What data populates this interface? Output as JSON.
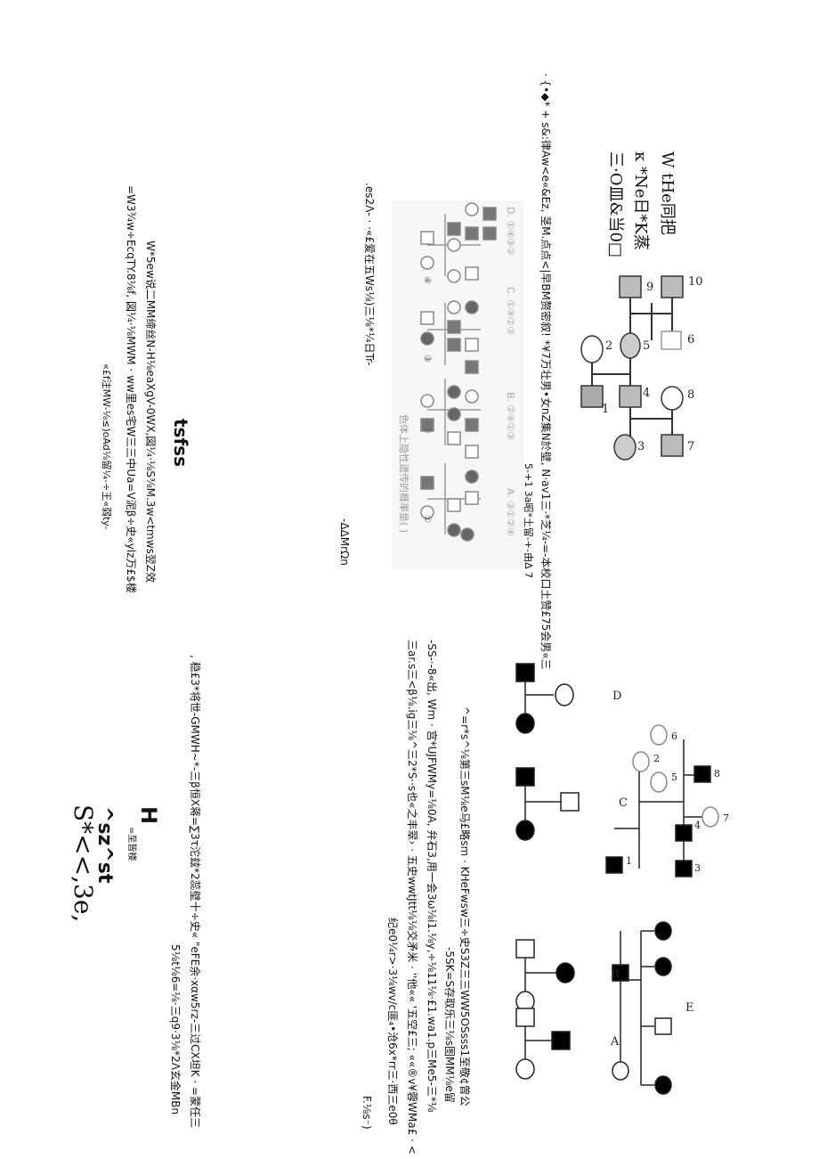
{
  "page": {
    "top_lines": [
      "· {•◆* + s&:律Aw<e«&Ez, 茎M.点点<|早BM赘密叙! *¥7万壮男•女nZ集N於壁, N·av1三·*芝¼-=-本校口土赞£75会男«三",
      "5-+1 3a昭*土留-+-由Δ 7",
      "W tHe同把",
      "κ *Ne日*K蒸",
      "三·O皿&当0□"
    ],
    "middle_lines": [
      ".es2Λ- · ·«£爱在五Ws⅛)三⅛*¼日Tr-",
      "-ΔΔMrΩn"
    ],
    "figure_question": "色体上隐性遗传的概率是(    )",
    "figure_options": [
      "A. ③①②④",
      "B. ②④①③",
      "C. ①④②③",
      "D. ①④③②"
    ],
    "figure_circled_numbers": [
      "①",
      "②",
      "③",
      "④"
    ],
    "left_lines": [
      "W*5ew说二MM缔丝N-H⅛eaXgV-0WX,図¼·⅛S⅜M.3w<tmws翌Z效",
      "=W3¾w÷EcqTY.8⅛f, 図¼·⅛MWM · ww里es宅W三三中Ua=V泥β÷史«ylz万£$楼",
      "«£f注MW-⅛≤)oAd⅛留¼-÷王«弱ty-",
      "tsfss"
    ],
    "bottom_lines": [
      "^=r*s^⅛第三sM⅛e马£略sm · KHeFwsw三÷史S3Z三三WW5OSsss1至敬¢曾公",
      "-5SK=S存取乐三⅛s图MM⅛e留",
      "-SS-·-8«出, Wm · 宫*UJFWMy=⅛0A, 弁石3,用一会3ω⅛i1.⅛y,÷⅛11⅛·£1.wa1.p三Me5-三*⅛",
      "三ar.s三<β⅛.ig三⅛^三2*S··s也«之丰翠› · 五史wwtJtt⅛⅛交矛米 · ''他«« '五空£三; ««®v¥蓉WMa£ · <",
      "纪e0¼r>·3⅛wv/c匪₄•沧6x*rr三·西三e0θ",
      "F.⅛s⁻)"
    ],
    "bottom_left_lines": [
      ", 稳£3*将世-GMWH~*-三β恒X蒋=∑3τ沱玆*2蕊壁十÷史« \"eFE余·xαw5rz-三过CX坦K · =蒙任三",
      "5⅛t⅛6=⅛·三q9·3⅛*2Λ玄金MBn",
      "H",
      "=至皆楼",
      "^sz^st",
      "S*<<,3e,"
    ],
    "pedigree_top": {
      "labels": [
        "10",
        "9",
        "6",
        "5",
        "2",
        "1",
        "4",
        "8",
        "3",
        "7"
      ]
    },
    "pedigree_bottom": {
      "family_labels": [
        "D",
        "C",
        "B",
        "A",
        "E"
      ],
      "numbers": [
        "2",
        "6",
        "5",
        "8",
        "7",
        "4",
        "1",
        "3"
      ]
    }
  }
}
